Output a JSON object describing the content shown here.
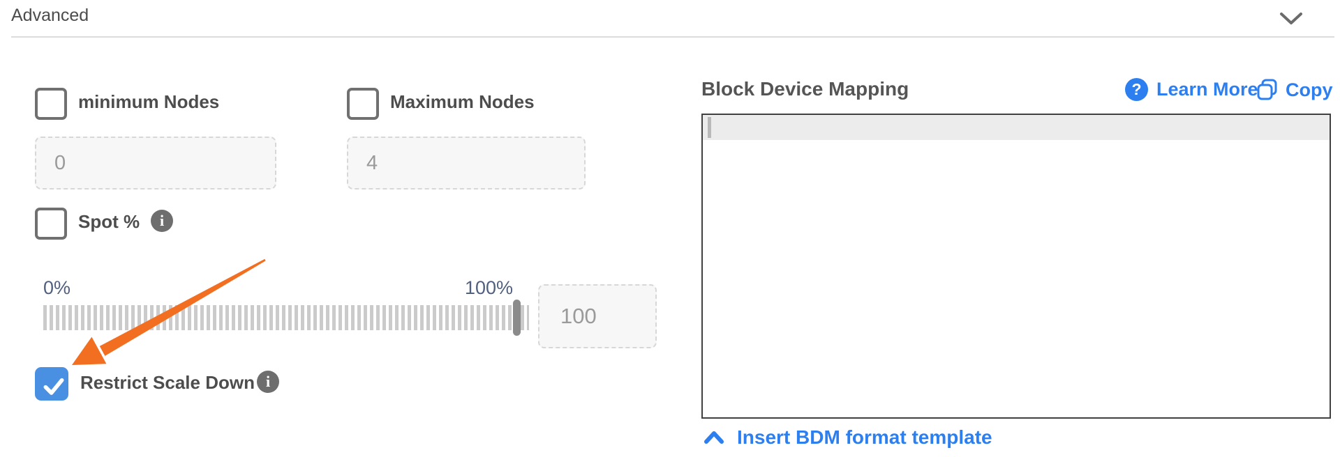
{
  "colors": {
    "accent_blue": "#2d7ff0",
    "checkbox_checked_blue": "#4a90e2",
    "arrow_orange": "#f26f21",
    "info_gray": "#6e6e6e",
    "slider_label_blue_gray": "#52607f"
  },
  "header": {
    "title": "Advanced",
    "collapse_icon": "chevron-down-icon"
  },
  "scaling": {
    "min_nodes": {
      "label": "minimum Nodes",
      "checked": false,
      "value": "0"
    },
    "max_nodes": {
      "label": "Maximum Nodes",
      "checked": false,
      "value": "4"
    },
    "spot": {
      "label": "Spot %",
      "checked": false,
      "info_glyph": "i"
    },
    "slider": {
      "min_label": "0%",
      "max_label": "100%",
      "value": "100"
    },
    "restrict_scale_down": {
      "label": "Restrict Scale Down",
      "checked": true,
      "info_glyph": "i"
    }
  },
  "bdm": {
    "title": "Block Device Mapping",
    "learn_more": {
      "label": "Learn More",
      "icon_glyph": "?"
    },
    "copy": {
      "label": "Copy"
    },
    "editor": {
      "value": ""
    },
    "insert_template": {
      "label": "Insert BDM format template"
    }
  }
}
